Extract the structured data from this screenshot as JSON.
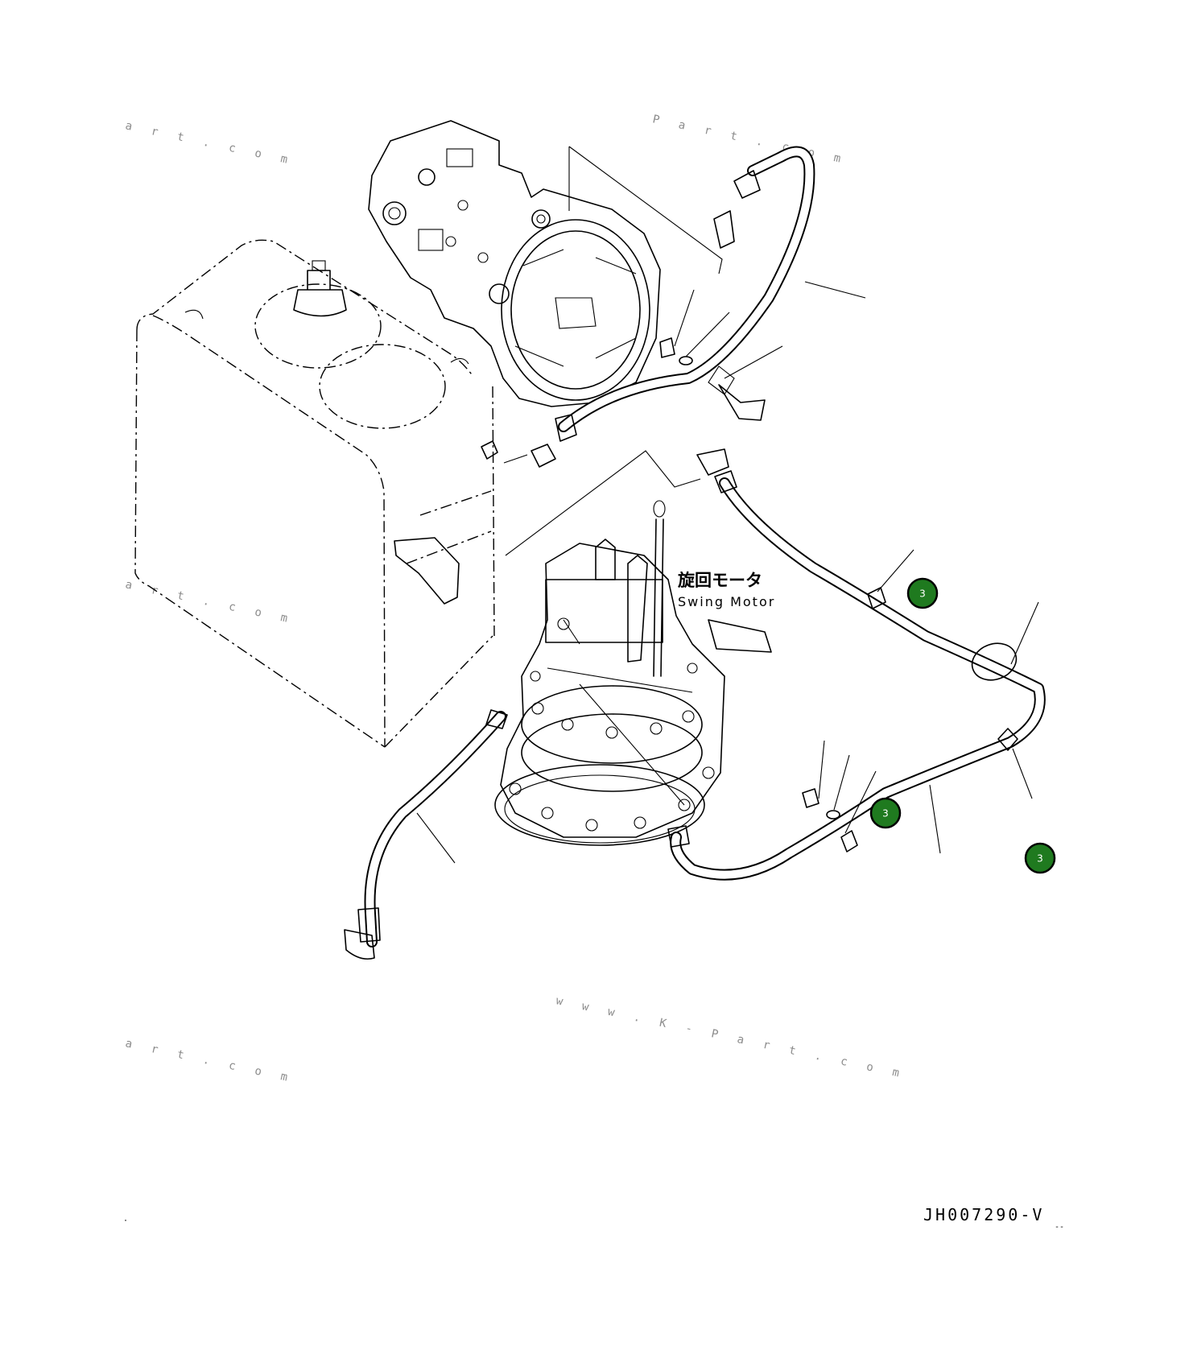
{
  "component": {
    "label_jp": "旋回モータ",
    "label_en": "Swing Motor"
  },
  "drawing_number": "JH007290-V",
  "revision_mark": "--",
  "callouts": [
    {
      "id": "callout-1",
      "number": "3"
    },
    {
      "id": "callout-2",
      "number": "3"
    },
    {
      "id": "callout-3",
      "number": "3"
    }
  ],
  "watermarks": [
    "a r t . c o m",
    "P a r t . c o m",
    "a r t . c o m",
    "w w w . K - P a r t . c o m",
    "a r t . c o m"
  ],
  "colors": {
    "callout_fill": "#1f7a1f",
    "line": "#000000",
    "watermark": "#8c8c8c"
  }
}
